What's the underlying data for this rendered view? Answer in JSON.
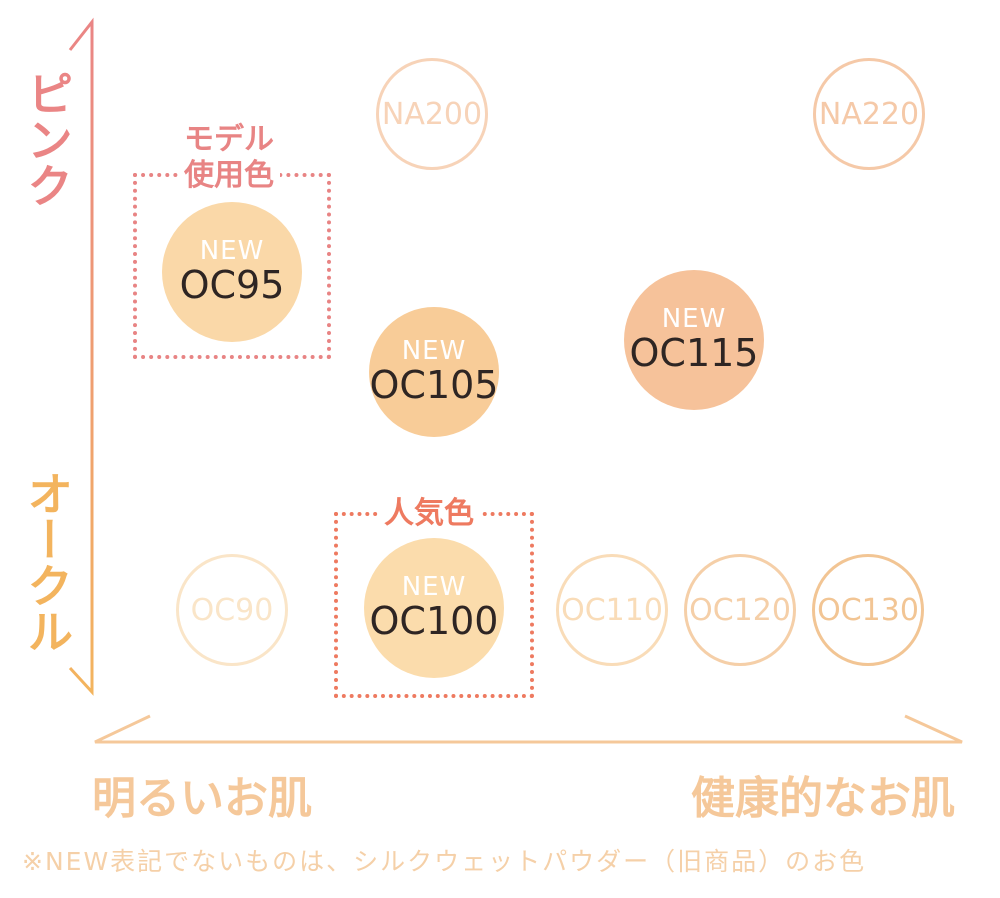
{
  "axis": {
    "y_top": "ピンク",
    "y_bottom": "オークル",
    "x_left": "明るいお肌",
    "x_right": "健康的なお肌"
  },
  "footnote": "※NEW表記でないものは、シルクウェットパウダー（旧商品）のお色",
  "callouts": {
    "model": {
      "line1": "モデル",
      "line2": "使用色",
      "color": "#e88484"
    },
    "popular": {
      "label": "人気色",
      "color": "#ee7a60"
    }
  },
  "shades": [
    {
      "code": "NA200",
      "new": "",
      "style": "outline",
      "color": "#f7d3b8"
    },
    {
      "code": "NA220",
      "new": "",
      "style": "outline",
      "color": "#f5c9a8"
    },
    {
      "code": "OC95",
      "new": "NEW",
      "style": "filled",
      "color": "#fad8a8"
    },
    {
      "code": "OC105",
      "new": "NEW",
      "style": "filled",
      "color": "#f8cc98"
    },
    {
      "code": "OC115",
      "new": "NEW",
      "style": "filled",
      "color": "#f6c29a"
    },
    {
      "code": "OC90",
      "new": "",
      "style": "outline",
      "color": "#fae5c8"
    },
    {
      "code": "OC100",
      "new": "NEW",
      "style": "filled",
      "color": "#fbdcac"
    },
    {
      "code": "OC110",
      "new": "",
      "style": "outline",
      "color": "#f9dcb8"
    },
    {
      "code": "OC120",
      "new": "",
      "style": "outline",
      "color": "#f5cfa8"
    },
    {
      "code": "OC130",
      "new": "",
      "style": "outline",
      "color": "#f2c594"
    }
  ],
  "colors": {
    "pink_axis": "#ea8585",
    "ochre_axis": "#f3b45e",
    "x_axis": "#f5c89a"
  }
}
